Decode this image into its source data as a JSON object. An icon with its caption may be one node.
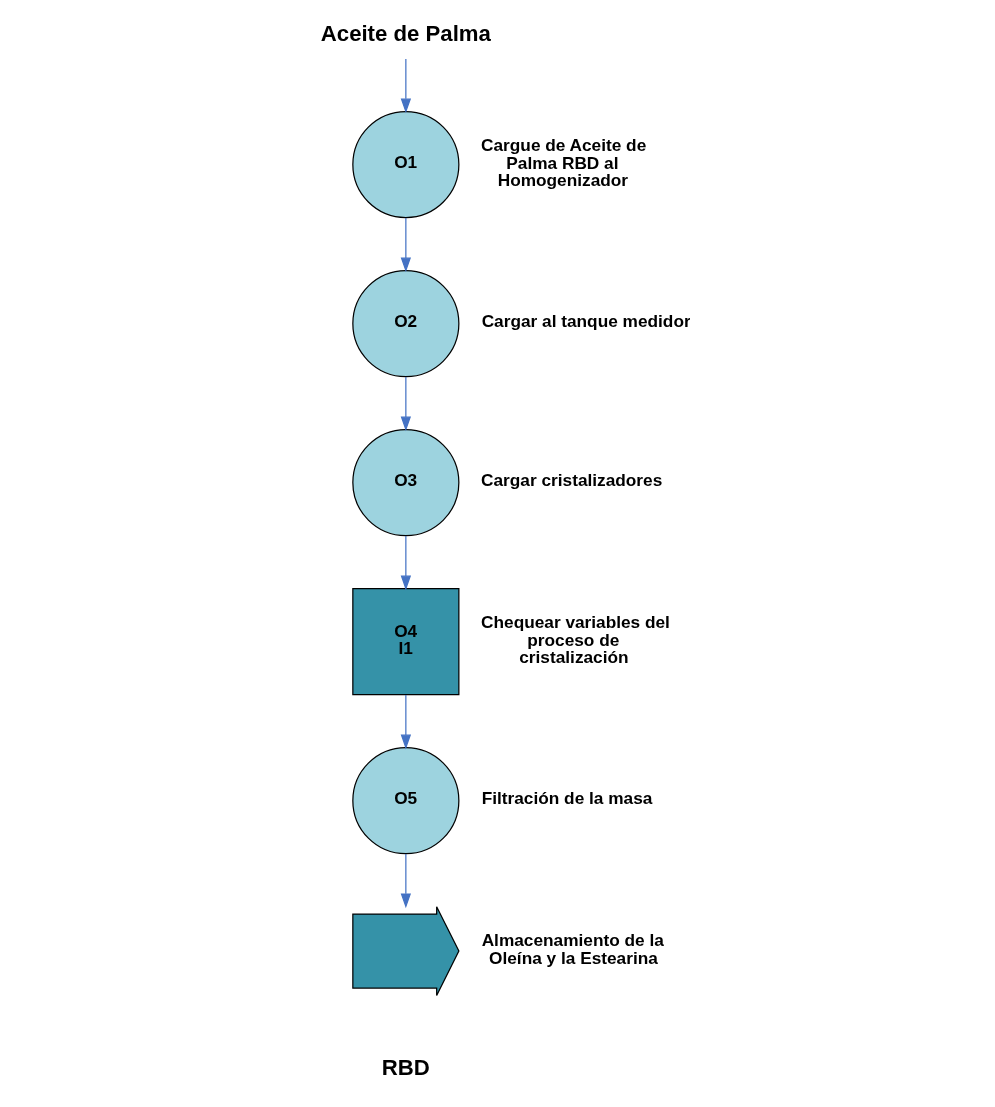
{
  "diagram": {
    "nodes": [
      {
        "text": [
          "Aceite de Palma"
        ]
      },
      {
        "text": [
          "O1"
        ],
        "beside": [
          "Cargue de Aceite de Palma RBD al Homogenizador"
        ]
      },
      {
        "text": [
          "O2"
        ],
        "beside": [
          "Cargar al tanque medidor"
        ]
      },
      {
        "text": [
          "O3"
        ],
        "beside": [
          "Cargar cristalizadores"
        ]
      },
      {
        "text": [
          "O4",
          "I1"
        ],
        "beside": [
          "Chequear variables del proceso de cristalización"
        ]
      },
      {
        "text": [
          "O5"
        ],
        "beside": [
          "Filtración de la masa"
        ]
      },
      {
        "text": [],
        "shape": "arrow",
        "beside": [
          "Almacenamiento de la Oleína y la Estearina"
        ]
      }
    ],
    "edges": [
      {
        "from": 0,
        "to": 1,
        "arrow": "to"
      },
      {
        "from": 1,
        "to": 2,
        "arrow": "to"
      },
      {
        "from": 2,
        "to": 3,
        "arrow": "to"
      },
      {
        "from": 3,
        "to": 4,
        "arrow": "to"
      },
      {
        "from": 4,
        "to": 5,
        "arrow": "to"
      },
      {
        "from": 5,
        "to": 6,
        "arrow": "to"
      }
    ],
    "labels": [
      "RBD"
    ]
  }
}
